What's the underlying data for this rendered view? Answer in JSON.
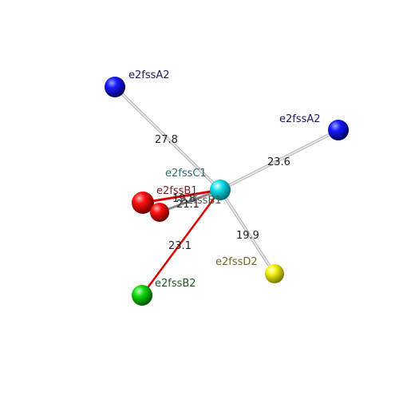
{
  "nodes": {
    "a2_left": {
      "label": "e2fssA2",
      "color": "#0000ee",
      "label_color": "#1a1a5e"
    },
    "a2_right": {
      "label": "e2fssA2",
      "color": "#0000ee",
      "label_color": "#1a1a5e"
    },
    "c1": {
      "label": "e2fssC1",
      "color": "#00d8e0",
      "label_color": "#2e6c6c"
    },
    "b1_front": {
      "label": "e2fssB1",
      "color": "#ee0000",
      "label_color": "#7a2020"
    },
    "b1_back": {
      "label": "e2fssB1",
      "color": "#ee0000",
      "label_color": "#555555"
    },
    "b2": {
      "label": "e2fssB2",
      "color": "#00cc00",
      "label_color": "#1e5a1e"
    },
    "d2": {
      "label": "e2fssD2",
      "color": "#eeee00",
      "label_color": "#6a6a2a"
    }
  },
  "edges": {
    "c1_a2_left": {
      "distance": "27.8",
      "color": "#c8c8c8"
    },
    "c1_a2_right": {
      "distance": "23.6",
      "color": "#c8c8c8"
    },
    "c1_d2": {
      "distance": "19.9",
      "color": "#c8c8c8"
    },
    "c1_b2": {
      "distance": "23.1",
      "color": "#dd0000"
    },
    "c1_b1_front": {
      "distance": "19.8",
      "color": "#dd0000"
    },
    "c1_b1_back": {
      "distance": "21.1",
      "color": "#888888"
    }
  }
}
